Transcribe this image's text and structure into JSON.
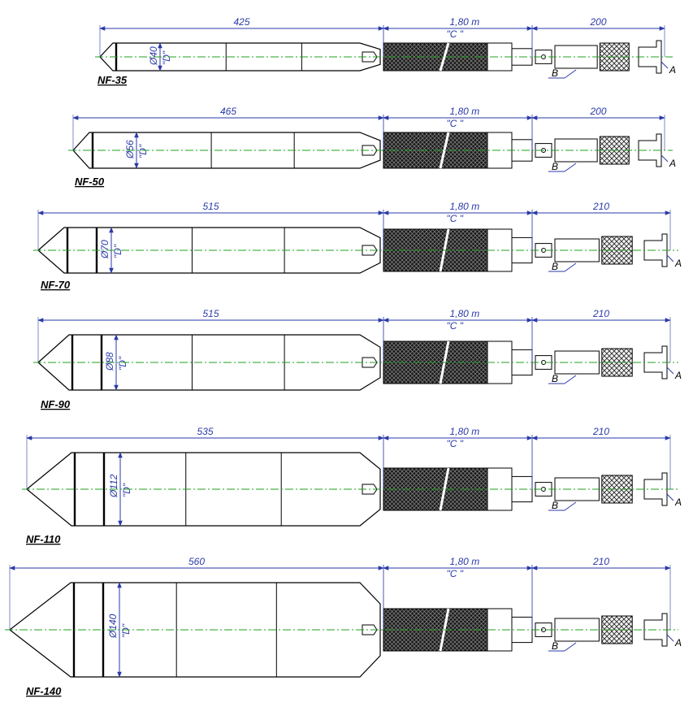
{
  "colors": {
    "dimension": "#2a3aa8",
    "centerline": "#1fa01f",
    "outline": "#000000"
  },
  "hose_length": "1,80 m",
  "hose_label": "\"C \"",
  "diameter_label": "\"D\"",
  "label_a": "A",
  "label_b": "B",
  "models": [
    {
      "name": "NF-35",
      "length": "425",
      "diameter": "Ø40",
      "coupling": "200"
    },
    {
      "name": "NF-50",
      "length": "465",
      "diameter": "Ø56",
      "coupling": "200"
    },
    {
      "name": "NF-70",
      "length": "515",
      "diameter": "Ø70",
      "coupling": "210"
    },
    {
      "name": "NF-90",
      "length": "515",
      "diameter": "Ø88",
      "coupling": "210"
    },
    {
      "name": "NF-110",
      "length": "535",
      "diameter": "Ø112",
      "coupling": "210"
    },
    {
      "name": "NF-140",
      "length": "560",
      "diameter": "Ø140",
      "coupling": "210"
    }
  ]
}
